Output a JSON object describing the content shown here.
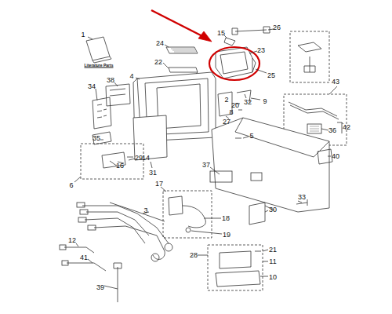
{
  "diagram": {
    "labels": [
      "1",
      "Literature Parts",
      "24",
      "22",
      "15",
      "26",
      "23",
      "25",
      "4",
      "34",
      "38",
      "2",
      "20",
      "8",
      "32",
      "9",
      "27",
      "43",
      "42",
      "36",
      "5",
      "40",
      "35",
      "29",
      "14",
      "16",
      "6",
      "31",
      "37",
      "17",
      "3",
      "30",
      "33",
      "18",
      "19",
      "12",
      "41",
      "39",
      "28",
      "21",
      "11",
      "10"
    ]
  }
}
